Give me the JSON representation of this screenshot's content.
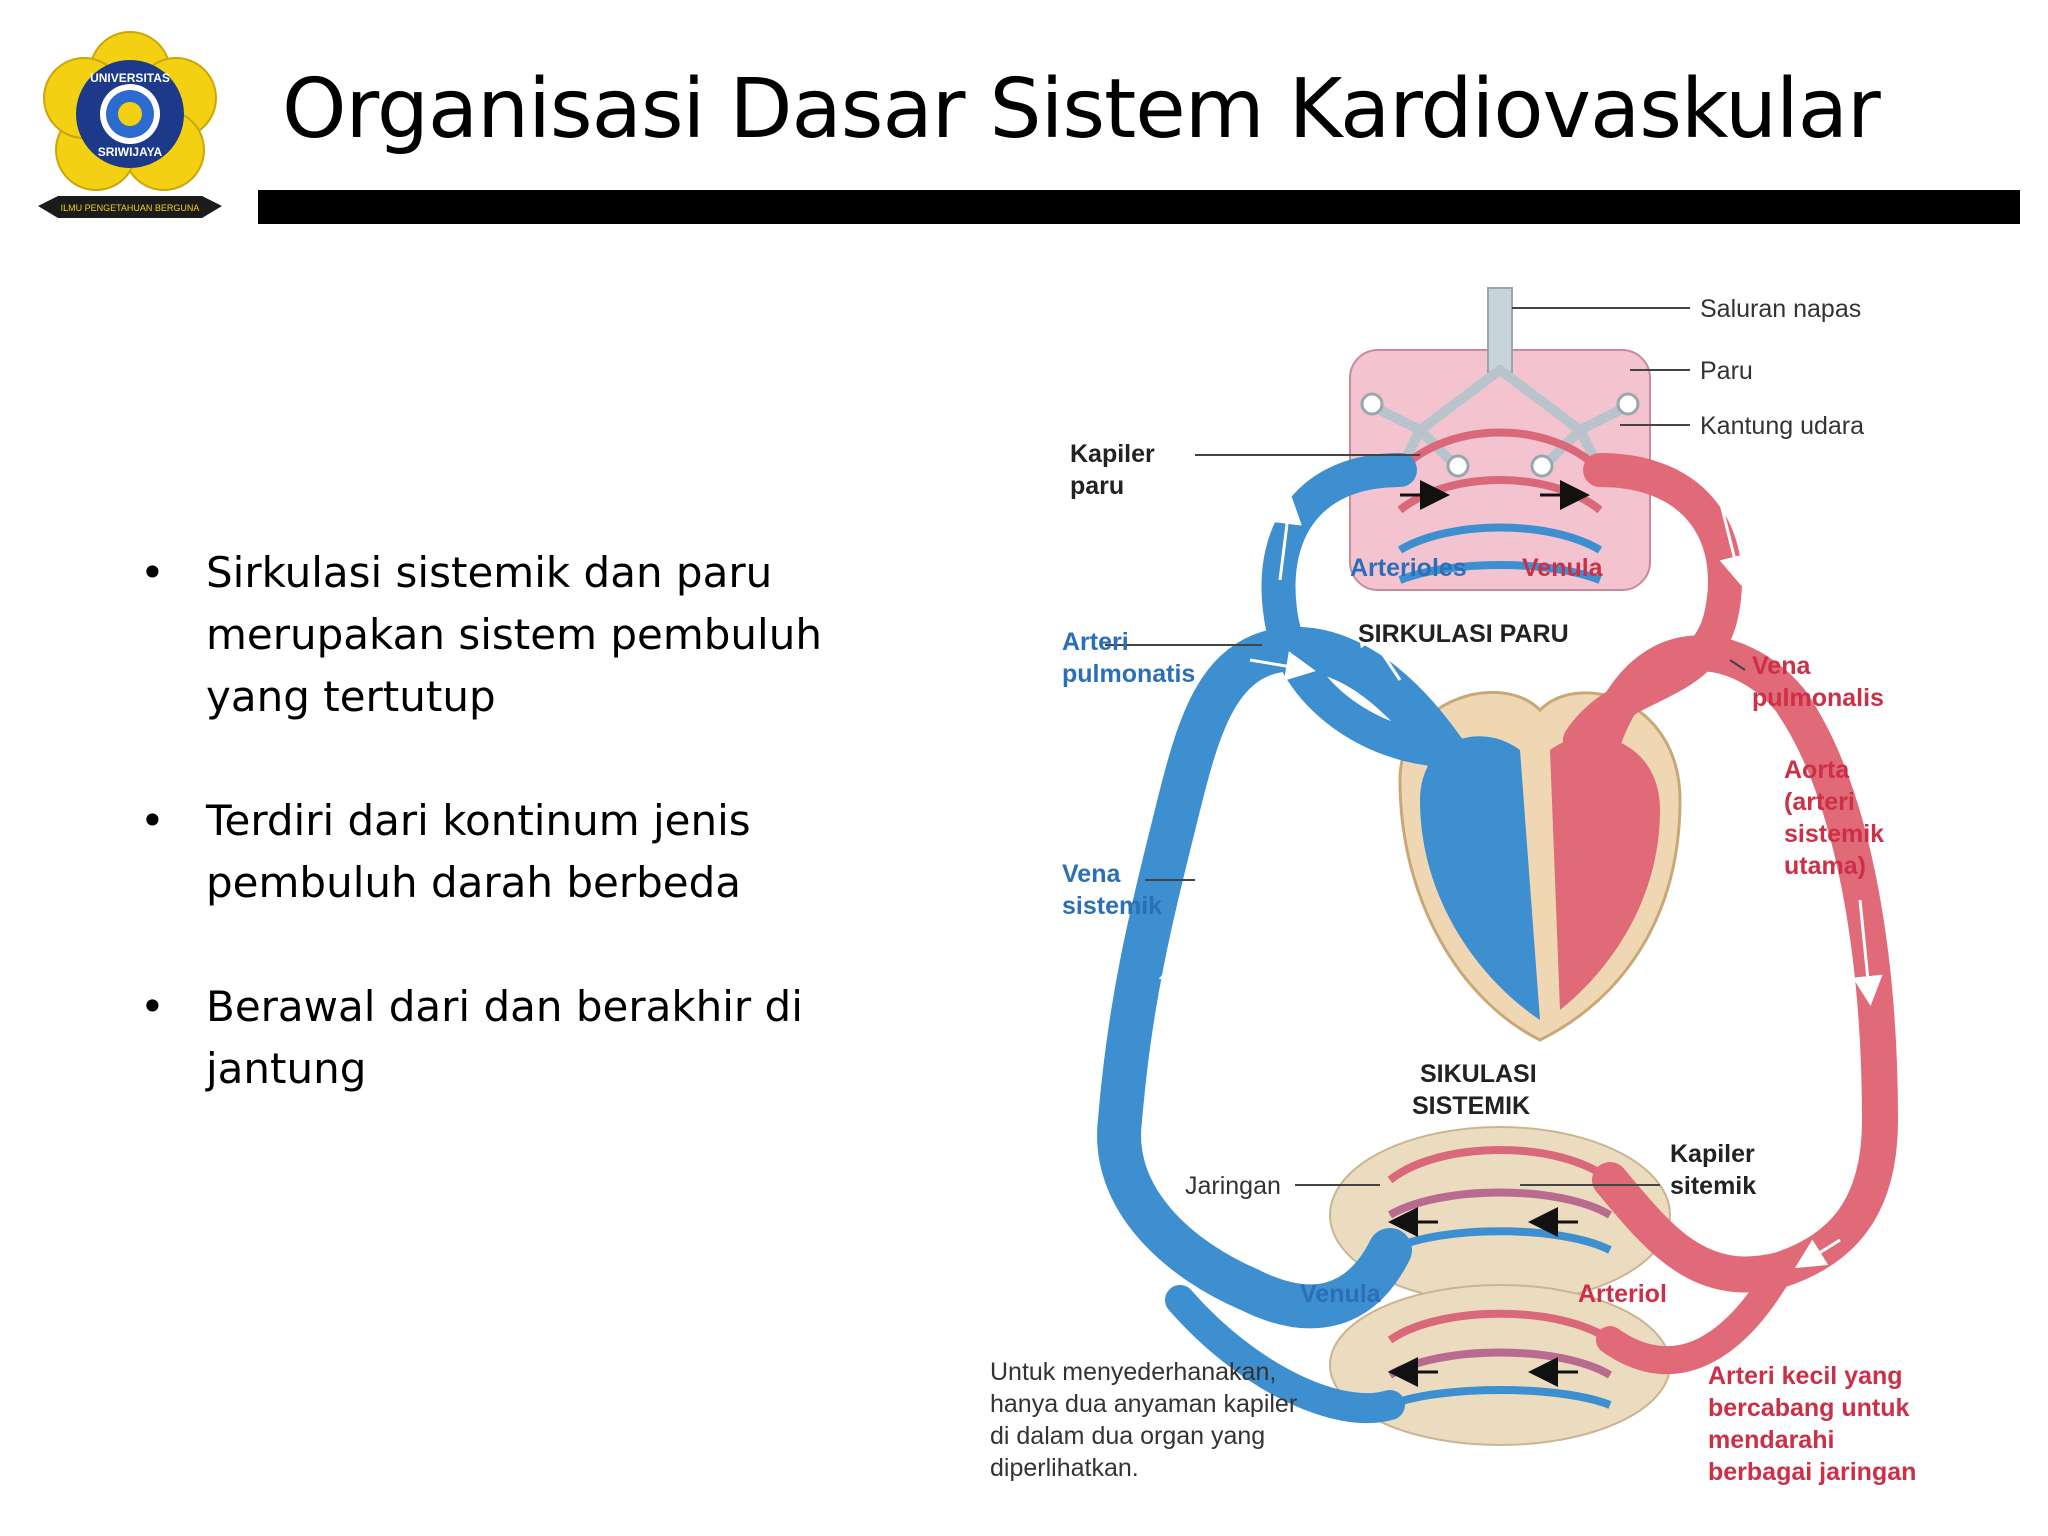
{
  "slide": {
    "title": "Organisasi Dasar Sistem Kardiovaskular",
    "bullet_symbol": "•",
    "bullets": [
      "Sirkulasi sistemik dan paru merupakan sistem pembuluh yang tertutup",
      "Terdiri dari kontinum jenis pembuluh darah berbeda",
      "Berawal dari dan berakhir di jantung"
    ]
  },
  "logo": {
    "ring_text_top": "UNIVERSITAS",
    "ring_text_bottom": "SRIWIJAYA",
    "ribbon_text": "ILMU PENGETAHUAN BERGUNA"
  },
  "diagram": {
    "labels": {
      "saluran_napas": "Saluran napas",
      "paru": "Paru",
      "kantung_udara": "Kantung udara",
      "kapiler_paru_1": "Kapiler",
      "kapiler_paru_2": "paru",
      "arterioles": "Arterioles",
      "venula_top": "Venula",
      "sirkulasi_paru": "SIRKULASI PARU",
      "arteri_pulmonatis_1": "Arteri",
      "arteri_pulmonatis_2": "pulmonatis",
      "vena_pulmonalis_1": "Vena",
      "vena_pulmonalis_2": "pulmonalis",
      "aorta_1": "Aorta",
      "aorta_2": "(arteri",
      "aorta_3": "sistemik",
      "aorta_4": "utama)",
      "vena_sistemik_1": "Vena",
      "vena_sistemik_2": "sistemik",
      "sikulasi_sistemik_1": "SIKULASI",
      "sikulasi_sistemik_2": "SISTEMIK",
      "jaringan": "Jaringan",
      "kapiler_sitemik_1": "Kapiler",
      "kapiler_sitemik_2": "sitemik",
      "venula_bottom": "Venula",
      "arteriol": "Arteriol",
      "note_1": "Untuk menyederhanakan,",
      "note_2": "hanya dua anyaman kapiler",
      "note_3": "di dalam dua organ yang",
      "note_4": "diperlihatkan.",
      "arteri_kecil_1": "Arteri kecil yang",
      "arteri_kecil_2": "bercabang untuk",
      "arteri_kecil_3": "mendarahi",
      "arteri_kecil_4": "berbagai jaringan"
    },
    "colors": {
      "oxygenated": "#e06a78",
      "deoxygenated": "#3d8fd0",
      "lung": "#f3c4d0",
      "tissue": "#ecdcbf"
    }
  }
}
